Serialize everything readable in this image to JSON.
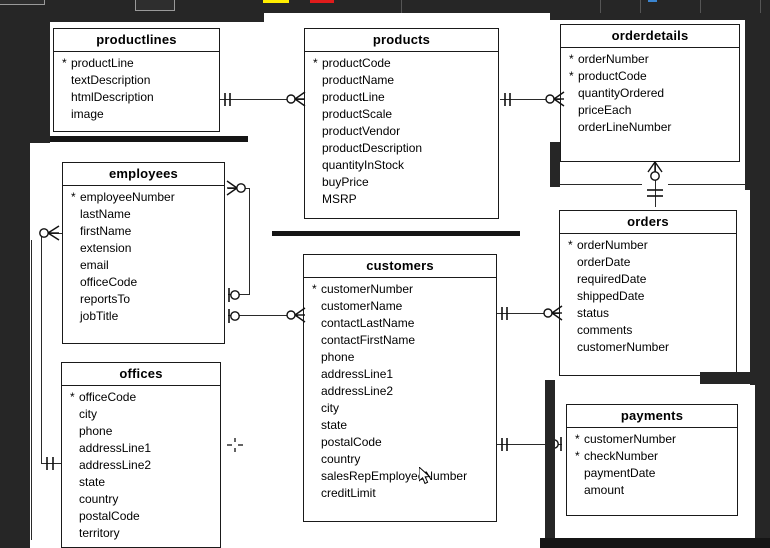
{
  "app": {
    "background_color": "#262626",
    "canvas_color": "#ffffff",
    "line_color": "#2a2a2a",
    "text_color": "#000000"
  },
  "chrome": {
    "swatches": [
      {
        "name": "yellow-swatch",
        "color": "#ffee00"
      },
      {
        "name": "red-swatch",
        "color": "#e01b1b"
      },
      {
        "name": "blue-swatch",
        "color": "#3b85d0"
      }
    ]
  },
  "diagram": {
    "type": "entity-relationship-diagram",
    "notation": "crows-foot",
    "entities": [
      {
        "name": "productlines",
        "attributes": [
          {
            "name": "productLine",
            "key": true
          },
          {
            "name": "textDescription",
            "key": false
          },
          {
            "name": "htmlDescription",
            "key": false
          },
          {
            "name": "image",
            "key": false
          }
        ]
      },
      {
        "name": "products",
        "attributes": [
          {
            "name": "productCode",
            "key": true
          },
          {
            "name": "productName",
            "key": false
          },
          {
            "name": "productLine",
            "key": false
          },
          {
            "name": "productScale",
            "key": false
          },
          {
            "name": "productVendor",
            "key": false
          },
          {
            "name": "productDescription",
            "key": false
          },
          {
            "name": "quantityInStock",
            "key": false
          },
          {
            "name": "buyPrice",
            "key": false
          },
          {
            "name": "MSRP",
            "key": false
          }
        ]
      },
      {
        "name": "orderdetails",
        "attributes": [
          {
            "name": "orderNumber",
            "key": true
          },
          {
            "name": "productCode",
            "key": true
          },
          {
            "name": "quantityOrdered",
            "key": false
          },
          {
            "name": "priceEach",
            "key": false
          },
          {
            "name": "orderLineNumber",
            "key": false
          }
        ]
      },
      {
        "name": "employees",
        "attributes": [
          {
            "name": "employeeNumber",
            "key": true
          },
          {
            "name": "lastName",
            "key": false
          },
          {
            "name": "firstName",
            "key": false
          },
          {
            "name": "extension",
            "key": false
          },
          {
            "name": "email",
            "key": false
          },
          {
            "name": "officeCode",
            "key": false
          },
          {
            "name": "reportsTo",
            "key": false
          },
          {
            "name": "jobTitle",
            "key": false
          }
        ]
      },
      {
        "name": "orders",
        "attributes": [
          {
            "name": "orderNumber",
            "key": true
          },
          {
            "name": "orderDate",
            "key": false
          },
          {
            "name": "requiredDate",
            "key": false
          },
          {
            "name": "shippedDate",
            "key": false
          },
          {
            "name": "status",
            "key": false
          },
          {
            "name": "comments",
            "key": false
          },
          {
            "name": "customerNumber",
            "key": false
          }
        ]
      },
      {
        "name": "customers",
        "attributes": [
          {
            "name": "customerNumber",
            "key": true
          },
          {
            "name": "customerName",
            "key": false
          },
          {
            "name": "contactLastName",
            "key": false
          },
          {
            "name": "contactFirstName",
            "key": false
          },
          {
            "name": "phone",
            "key": false
          },
          {
            "name": "addressLine1",
            "key": false
          },
          {
            "name": "addressLine2",
            "key": false
          },
          {
            "name": "city",
            "key": false
          },
          {
            "name": "state",
            "key": false
          },
          {
            "name": "postalCode",
            "key": false
          },
          {
            "name": "country",
            "key": false
          },
          {
            "name": "salesRepEmployeeNumber",
            "key": false
          },
          {
            "name": "creditLimit",
            "key": false
          }
        ]
      },
      {
        "name": "offices",
        "attributes": [
          {
            "name": "officeCode",
            "key": true
          },
          {
            "name": "city",
            "key": false
          },
          {
            "name": "phone",
            "key": false
          },
          {
            "name": "addressLine1",
            "key": false
          },
          {
            "name": "addressLine2",
            "key": false
          },
          {
            "name": "state",
            "key": false
          },
          {
            "name": "country",
            "key": false
          },
          {
            "name": "postalCode",
            "key": false
          },
          {
            "name": "territory",
            "key": false
          }
        ]
      },
      {
        "name": "payments",
        "attributes": [
          {
            "name": "customerNumber",
            "key": true
          },
          {
            "name": "checkNumber",
            "key": true
          },
          {
            "name": "paymentDate",
            "key": false
          },
          {
            "name": "amount",
            "key": false
          }
        ]
      }
    ],
    "relationships": [
      {
        "from": "productlines",
        "to": "products",
        "from_card": "one-mandatory",
        "to_card": "zero-or-many"
      },
      {
        "from": "products",
        "to": "orderdetails",
        "from_card": "one-mandatory",
        "to_card": "zero-or-many"
      },
      {
        "from": "orderdetails",
        "to": "orders",
        "from_card": "zero-or-many",
        "to_card": "one-mandatory"
      },
      {
        "from": "customers",
        "to": "orders",
        "from_card": "one-mandatory",
        "to_card": "zero-or-many"
      },
      {
        "from": "customers",
        "to": "payments",
        "from_card": "one-mandatory",
        "to_card": "zero-or-one"
      },
      {
        "from": "employees",
        "to": "customers",
        "from_card": "zero-or-one",
        "to_card": "zero-or-many"
      },
      {
        "from": "employees",
        "to": "employees",
        "from_card": "zero-or-one",
        "to_card": "zero-or-many"
      },
      {
        "from": "offices",
        "to": "employees",
        "from_card": "one-mandatory",
        "to_card": "zero-or-many"
      }
    ]
  }
}
